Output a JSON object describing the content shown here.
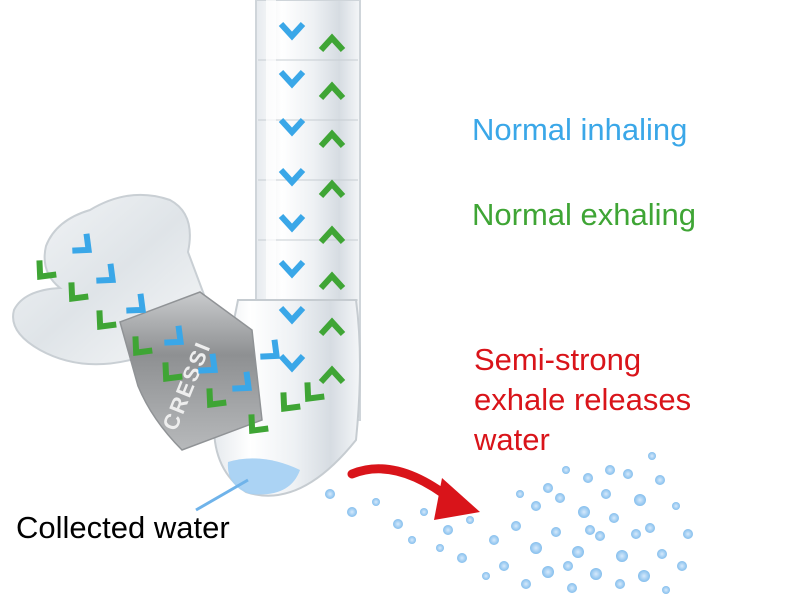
{
  "colors": {
    "inhale": "#3aa7e8",
    "exhale": "#3fa535",
    "release": "#d9141a",
    "text": "#000000"
  },
  "labels": {
    "inhale": "Normal inhaling",
    "exhale": "Normal exhaling",
    "release_line1": "Semi-strong",
    "release_line2": "exhale releases",
    "release_line3": "water",
    "collected_water": "Collected water"
  },
  "brand": "CRESSI",
  "icons": {
    "inhale_marker": "chevron-down-icon",
    "exhale_marker": "chevron-up-icon",
    "flow_arrow": "curved-arrow-icon"
  }
}
